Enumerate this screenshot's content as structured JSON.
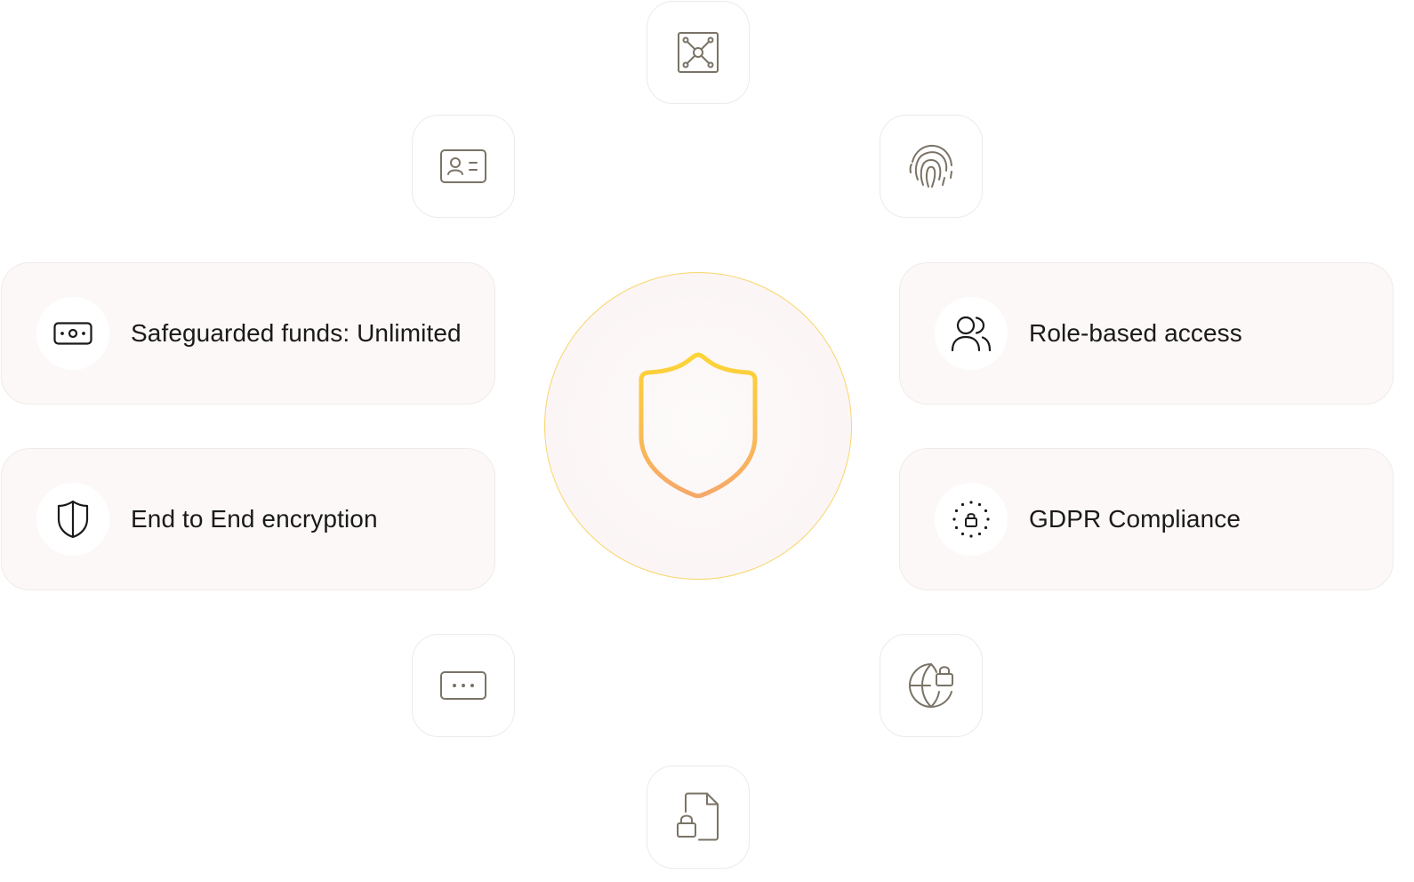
{
  "features": {
    "safeguarded_funds": "Safeguarded funds: Unlimited",
    "end_to_end": "End to End encryption",
    "role_based": "Role-based access",
    "gdpr": "GDPR Compliance"
  },
  "icons": {
    "top": "network-node-icon",
    "top_left": "id-card-icon",
    "top_right": "fingerprint-icon",
    "bottom_left": "password-dots-icon",
    "bottom_right": "globe-lock-icon",
    "bottom": "file-lock-icon",
    "center": "shield-icon"
  },
  "colors": {
    "accent_top": "#fcd535",
    "accent_bottom": "#f6a86a",
    "icon_muted": "#7a7366",
    "icon_dark": "#1a1a1a"
  }
}
